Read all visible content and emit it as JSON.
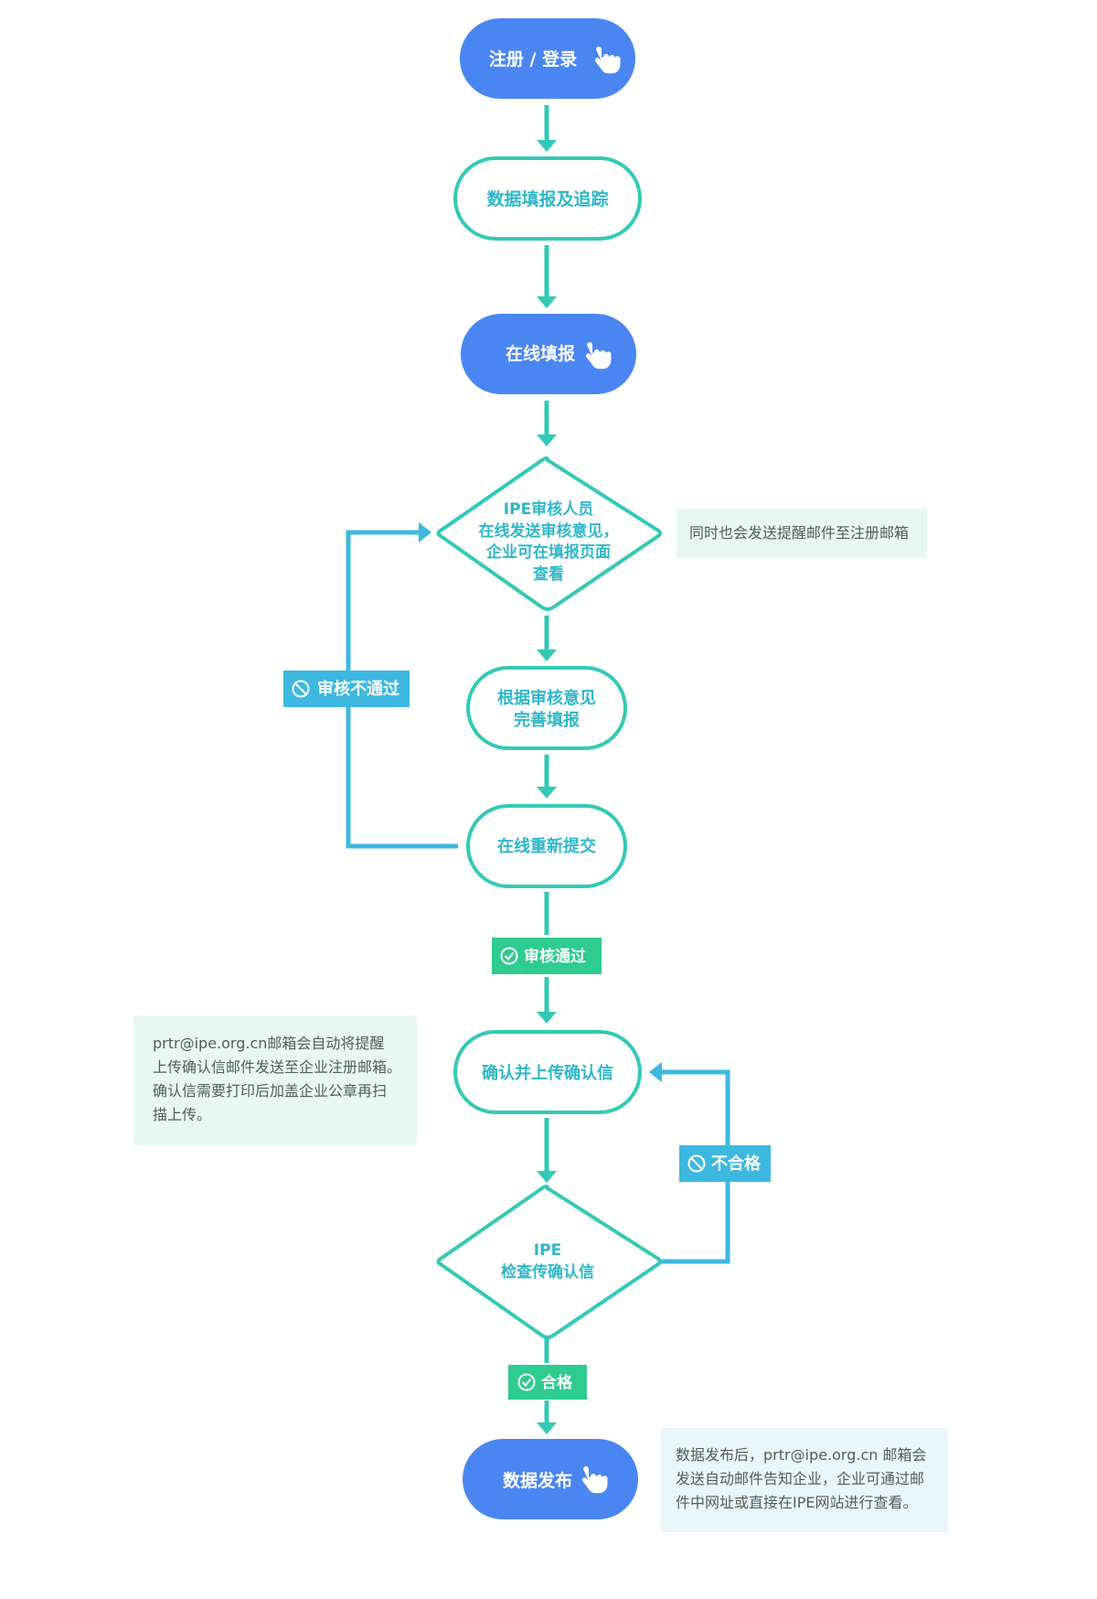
{
  "colors": {
    "blue": "#4a86f2",
    "teal": "#33c9b7",
    "teal_text": "#2fb7c9",
    "loop_blue": "#3db8e0",
    "pass_green": "#2ecc8e",
    "note_bg": "#e8f7f2",
    "note_bg_blue": "#e9f6fb"
  },
  "nodes": {
    "register": "注册 / 登录",
    "data_fill": "数据填报及追踪",
    "online_fill": "在线填报",
    "ipe_review": [
      "IPE审核人员",
      "在线发送审核意见，",
      "企业可在填报页面",
      "查看"
    ],
    "revise": [
      "根据审核意见",
      "完善填报"
    ],
    "resubmit": "在线重新提交",
    "confirm_upload": "确认并上传确认信",
    "ipe_check": [
      "IPE",
      "检查传确认信"
    ],
    "publish": "数据发布"
  },
  "tags": {
    "review_fail": "审核不通过",
    "review_pass": "审核通过",
    "not_qualified": "不合格",
    "qualified": "合格"
  },
  "notes": {
    "reminder": "同时也会发送提醒邮件至注册邮箱",
    "confirm_letter": [
      "prtr@ipe.org.cn邮箱会自动将提醒",
      "上传确认信邮件发送至企业注册邮箱。",
      "确认信需要打印后加盖企业公章再扫",
      "描上传。"
    ],
    "publish": [
      "数据发布后，prtr@ipe.org.cn 邮箱会",
      "发送自动邮件告知企业，企业可通过邮",
      "件中网址或直接在IPE网站进行查看。"
    ]
  }
}
